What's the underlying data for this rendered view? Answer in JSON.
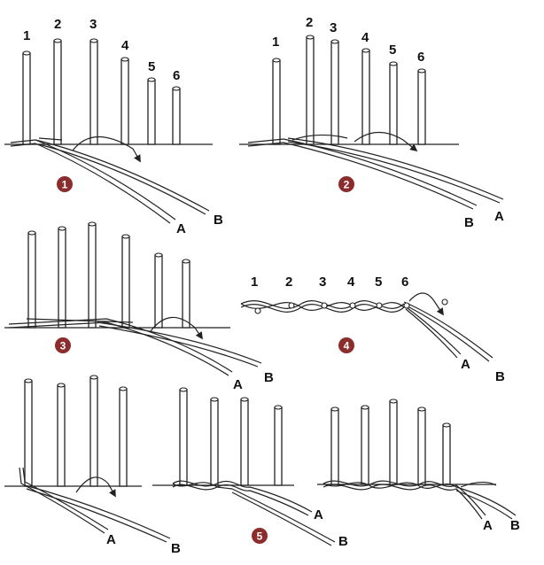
{
  "colors": {
    "badge": "#8b2d2d",
    "ink": "#222222",
    "background": "#ffffff"
  },
  "steps": [
    {
      "badge": "1",
      "stake_numbers": [
        "1",
        "2",
        "3",
        "4",
        "5",
        "6"
      ],
      "strand_labels": [
        "A",
        "B"
      ]
    },
    {
      "badge": "2",
      "stake_numbers": [
        "1",
        "2",
        "3",
        "4",
        "5",
        "6"
      ],
      "strand_labels": [
        "B",
        "A"
      ]
    },
    {
      "badge": "3",
      "stake_numbers": [],
      "strand_labels": [
        "A",
        "B"
      ]
    },
    {
      "badge": "4",
      "stake_numbers": [
        "1",
        "2",
        "3",
        "4",
        "5",
        "6"
      ],
      "strand_labels": [
        "A",
        "B"
      ]
    },
    {
      "badge": "5",
      "stake_numbers": [],
      "strand_labels": [
        "A",
        "B",
        "A",
        "B",
        "A",
        "B"
      ]
    }
  ],
  "icons": [
    "arrow-icon",
    "numbered-badge-icon"
  ]
}
